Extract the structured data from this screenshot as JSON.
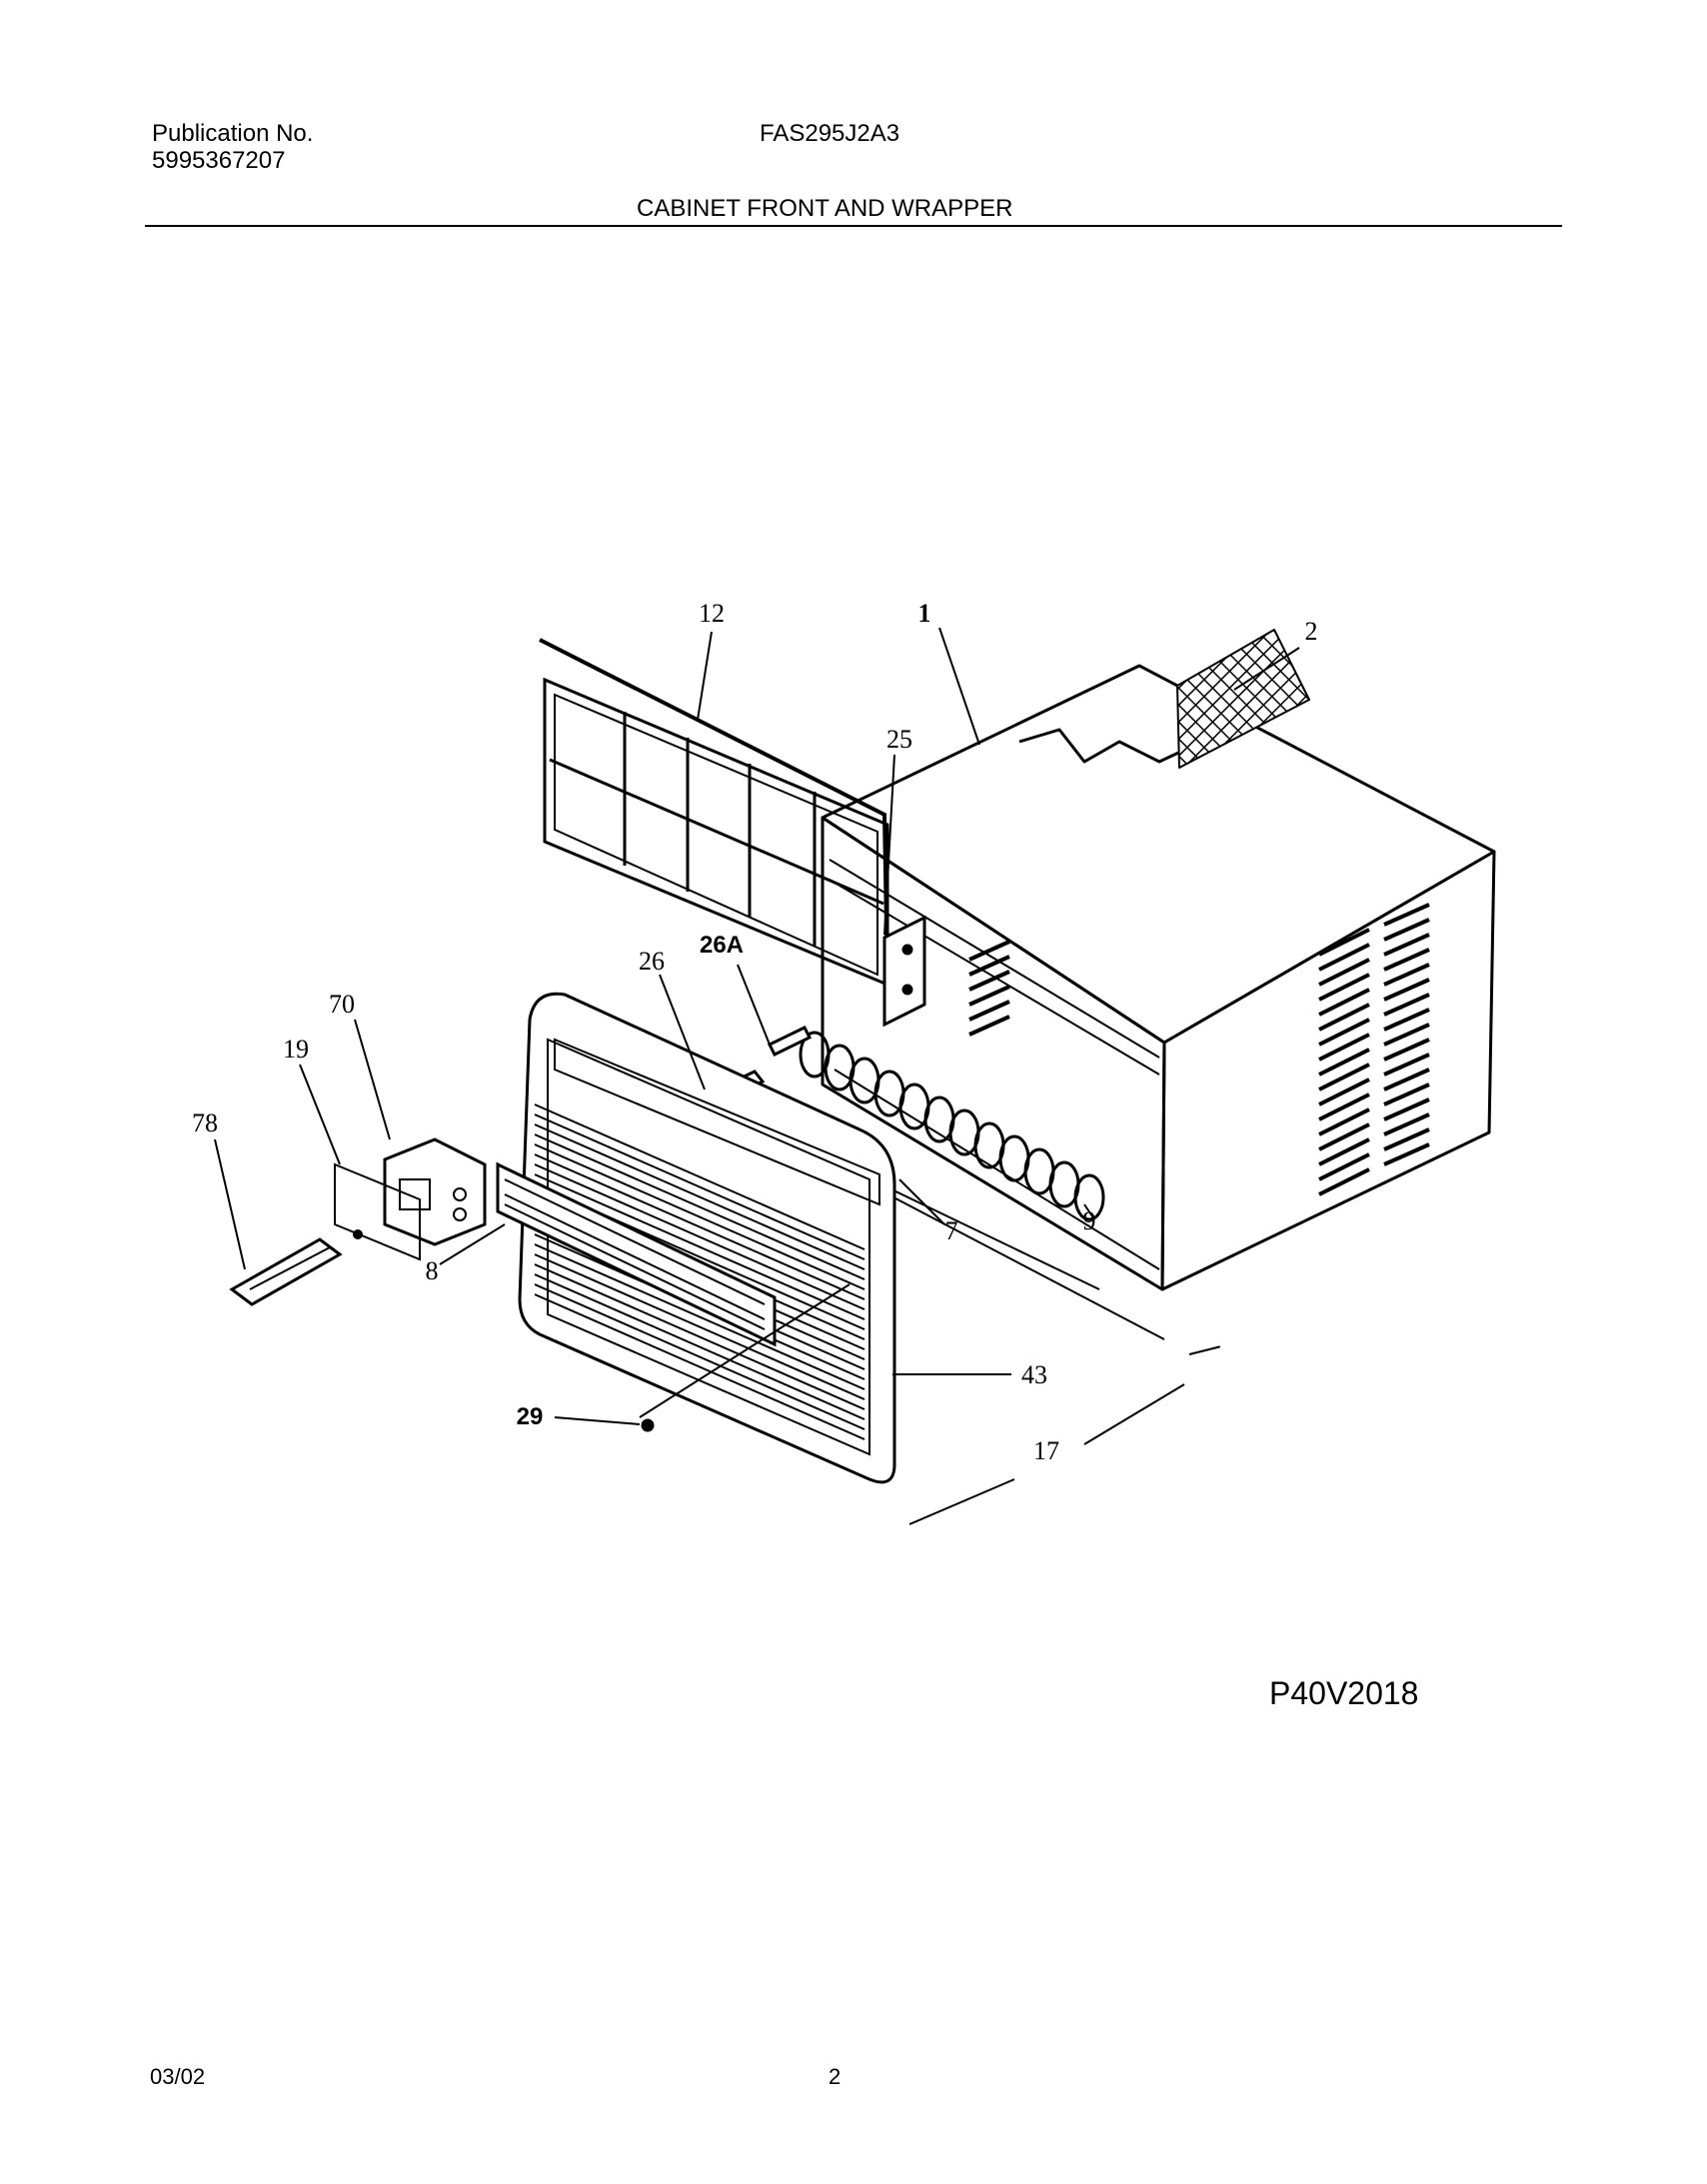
{
  "header": {
    "publication_label": "Publication No.",
    "publication_number": "5995367207",
    "model": "FAS295J2A3",
    "section_title": "CABINET FRONT AND WRAPPER"
  },
  "callouts": {
    "c1": "1",
    "c2": "2",
    "c7": "7",
    "c8": "8",
    "c9": "9",
    "c12": "12",
    "c17": "17",
    "c19": "19",
    "c25": "25",
    "c26": "26",
    "c26a": "26A",
    "c29": "29",
    "c43": "43",
    "c70": "70",
    "c78": "78"
  },
  "figure_code": "P40V2018",
  "footer": {
    "date": "03/02",
    "page": "2"
  }
}
